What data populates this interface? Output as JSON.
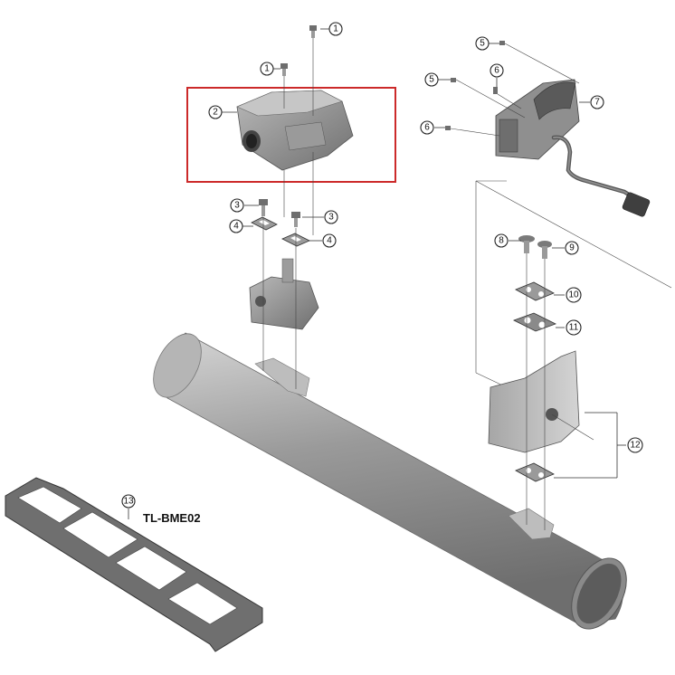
{
  "tool_label": "TL-BME02",
  "highlight_color": "#cc2a2a",
  "part_color": "#8e8e8e",
  "callouts": {
    "c1a": "1",
    "c1b": "1",
    "c2": "2",
    "c3a": "3",
    "c3b": "3",
    "c4a": "4",
    "c4b": "4",
    "c5a": "5",
    "c5b": "5",
    "c6a": "6",
    "c6b": "6",
    "c7": "7",
    "c8": "8",
    "c9": "9",
    "c10": "10",
    "c11": "11",
    "c12": "12",
    "c13": "13"
  }
}
